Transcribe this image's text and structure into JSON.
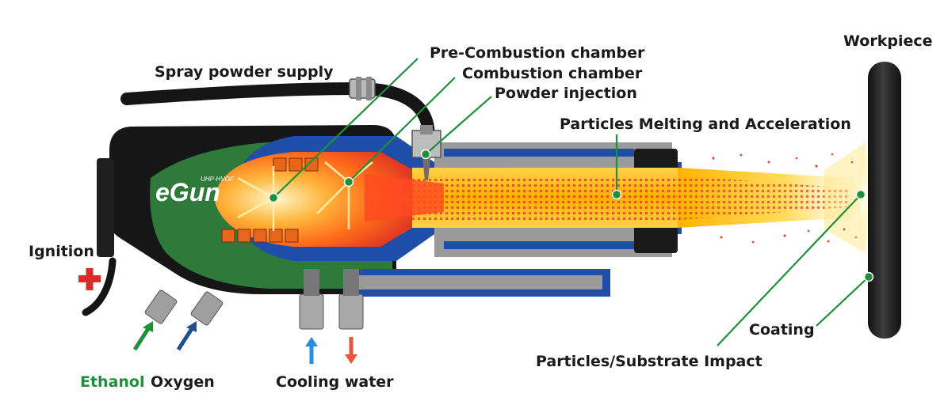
{
  "labels": {
    "spray_powder_supply": "Spray powder supply",
    "pre_combustion_chamber": "Pre-Combustion chamber",
    "combustion_chamber": "Combustion chamber",
    "powder_injection": "Powder injection",
    "particles_melting": "Particles Melting and Acceleration",
    "workpiece": "Workpiece",
    "ignition": "Ignition",
    "ethanol": "Ethanol",
    "oxygen": "Oxygen",
    "cooling_water": "Cooling water",
    "coating": "Coating",
    "particles_impact": "Particles/Substrate Impact"
  },
  "logo": {
    "main": "eGun",
    "sub": "UHP-HVOF"
  },
  "colors": {
    "callout_green": "#1e8f3a",
    "body_green": "#2d7a3a",
    "body_black": "#161616",
    "cooling_blue": "#1f4ea8",
    "steel": "#9a9a9a",
    "flame_orange": "#ff7a1a",
    "flame_yellow": "#ffd84a",
    "particle_red": "#e0352b",
    "ignition_red": "#e02a2a",
    "oxygen_blue": "#1c4f8c",
    "water_in_blue": "#2a8ce0",
    "water_out_red": "#e8553a"
  }
}
